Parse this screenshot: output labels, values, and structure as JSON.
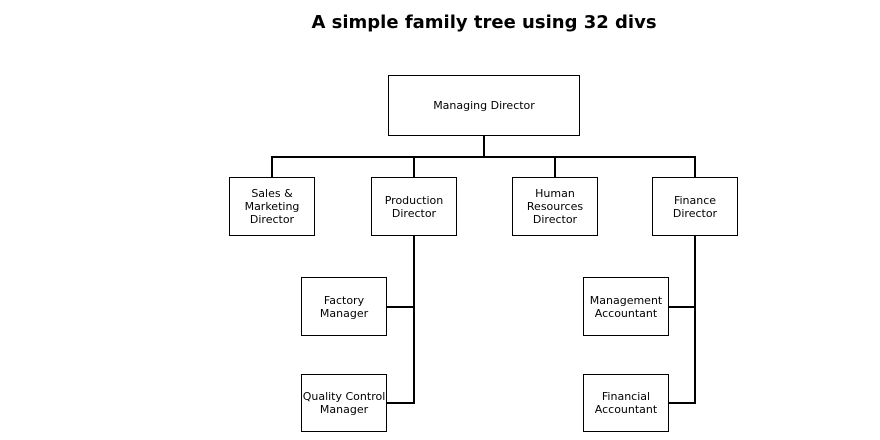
{
  "title": "A simple family tree using 32 divs",
  "colors": {
    "background": "#ffffff",
    "line": "#000000",
    "text": "#000000"
  },
  "org_chart": {
    "root": {
      "label": "Managing Director"
    },
    "directors": [
      {
        "label": "Sales & Marketing Director"
      },
      {
        "label": "Production Director"
      },
      {
        "label": "Human Resources Director"
      },
      {
        "label": "Finance Director"
      }
    ],
    "production_reports": [
      {
        "label": "Factory Manager"
      },
      {
        "label": "Quality Control Manager"
      }
    ],
    "finance_reports": [
      {
        "label": "Management Accountant"
      },
      {
        "label": "Financial Accountant"
      }
    ]
  }
}
